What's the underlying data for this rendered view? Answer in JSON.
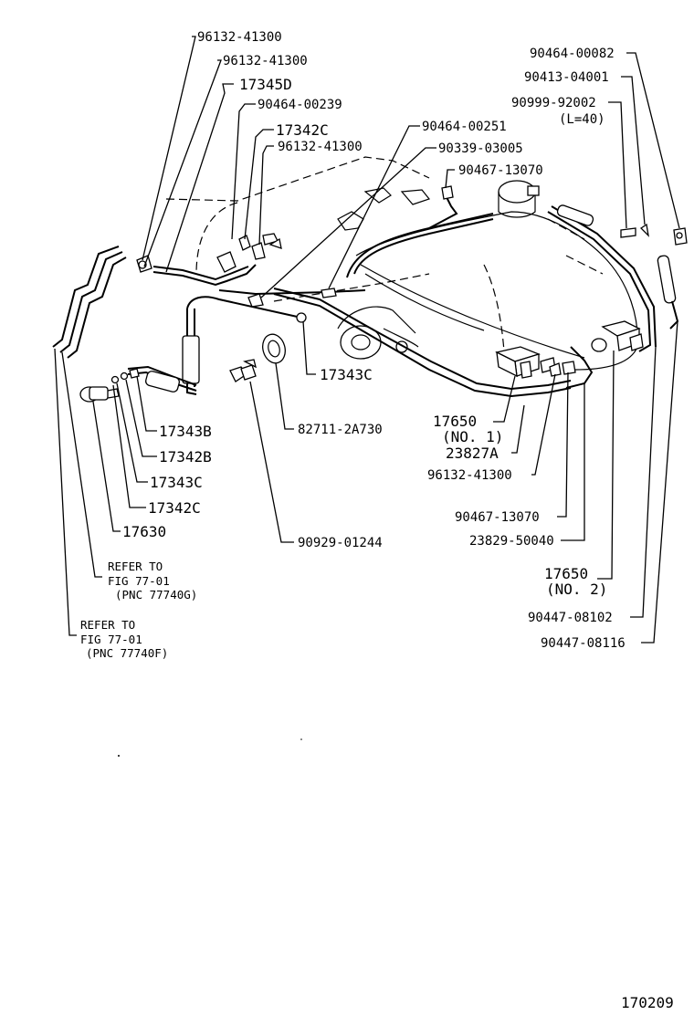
{
  "labels": {
    "p96132_41300_a": "96132-41300",
    "p96132_41300_b": "96132-41300",
    "p17345D": "17345D",
    "p90464_00239": "90464-00239",
    "p17342C_top": "17342C",
    "p96132_41300_c": "96132-41300",
    "p90464_00251": "90464-00251",
    "p90339_03005": "90339-03005",
    "p90467_13070_top": "90467-13070",
    "p90464_00082": "90464-00082",
    "p90413_04001": "90413-04001",
    "p90999_92002": "90999-92002",
    "p90999_92002_note": "(L=40)",
    "p17343C_mid": "17343C",
    "p82711_2A730": "82711-2A730",
    "p17343B": "17343B",
    "p17342B": "17342B",
    "p17343C_low": "17343C",
    "p17342C_low": "17342C",
    "p17630": "17630",
    "p90929_01244": "90929-01244",
    "p17650_no1": "17650",
    "p17650_no1_note": "(NO. 1)",
    "p23827A": "23827A",
    "p96132_41300_d": "96132-41300",
    "p90467_13070_low": "90467-13070",
    "p23829_50040": "23829-50040",
    "p17650_no2": "17650",
    "p17650_no2_note": "(NO. 2)",
    "p90447_08102": "90447-08102",
    "p90447_08116": "90447-08116",
    "refer_g_1": "REFER TO",
    "refer_g_2": "FIG 77-01",
    "refer_g_3": "(PNC 77740G)",
    "refer_f_1": "REFER TO",
    "refer_f_2": "FIG 77-01",
    "refer_f_3": "(PNC 77740F)",
    "figure_number": "170209"
  }
}
